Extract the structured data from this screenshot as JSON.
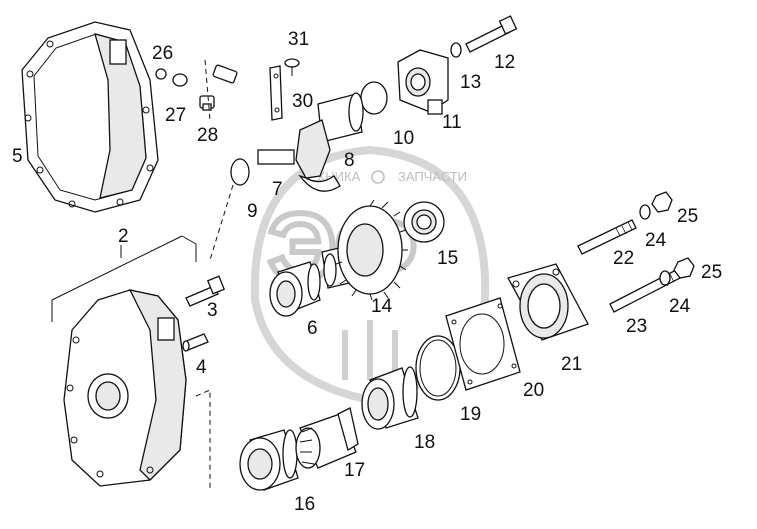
{
  "watermark": {
    "brand_letters": "ЭФ",
    "left_word": "ТЕХНИКА",
    "right_word": "ЗАПЧАСТИ"
  },
  "callouts": [
    {
      "id": "c2",
      "text": "2"
    },
    {
      "id": "c3",
      "text": "3"
    },
    {
      "id": "c4",
      "text": "4"
    },
    {
      "id": "c5",
      "text": "5"
    },
    {
      "id": "c6",
      "text": "6"
    },
    {
      "id": "c7",
      "text": "7"
    },
    {
      "id": "c8",
      "text": "8"
    },
    {
      "id": "c9",
      "text": "9"
    },
    {
      "id": "c10",
      "text": "10"
    },
    {
      "id": "c11",
      "text": "11"
    },
    {
      "id": "c12",
      "text": "12"
    },
    {
      "id": "c13",
      "text": "13"
    },
    {
      "id": "c14",
      "text": "14"
    },
    {
      "id": "c15",
      "text": "15"
    },
    {
      "id": "c16",
      "text": "16"
    },
    {
      "id": "c17",
      "text": "17"
    },
    {
      "id": "c18",
      "text": "18"
    },
    {
      "id": "c19",
      "text": "19"
    },
    {
      "id": "c20",
      "text": "20"
    },
    {
      "id": "c21",
      "text": "21"
    },
    {
      "id": "c22",
      "text": "22"
    },
    {
      "id": "c23",
      "text": "23"
    },
    {
      "id": "c24a",
      "text": "24"
    },
    {
      "id": "c24b",
      "text": "24"
    },
    {
      "id": "c25a",
      "text": "25"
    },
    {
      "id": "c25b",
      "text": "25"
    },
    {
      "id": "c26",
      "text": "26"
    },
    {
      "id": "c27",
      "text": "27"
    },
    {
      "id": "c28",
      "text": "28"
    },
    {
      "id": "c30",
      "text": "30"
    },
    {
      "id": "c31",
      "text": "31"
    }
  ]
}
